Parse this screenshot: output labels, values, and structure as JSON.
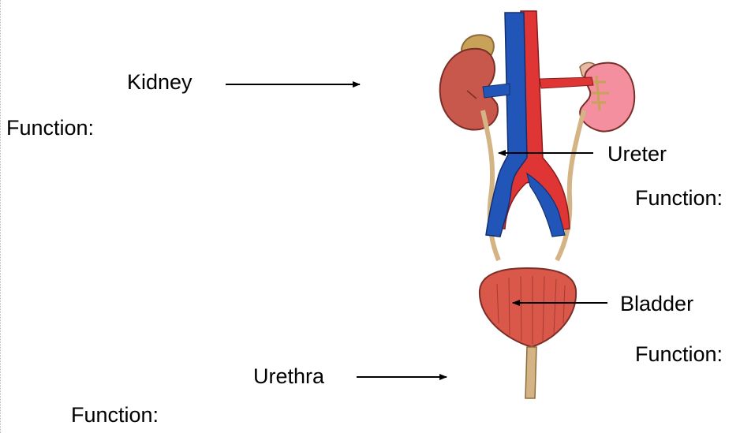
{
  "labels": {
    "kidney": "Kidney",
    "ureter": "Ureter",
    "bladder": "Bladder",
    "urethra": "Urethra"
  },
  "functions": {
    "kidney": "Function:",
    "ureter": "Function:",
    "bladder": "Function:",
    "urethra": "Function:"
  },
  "colors": {
    "vein": "#2255b8",
    "artery": "#e03535",
    "kidney_left": "#c9584c",
    "kidney_right": "#f48fa0",
    "adrenal": "#c9a25a",
    "tube": "#d4b484",
    "bladder": "#d9584a"
  }
}
